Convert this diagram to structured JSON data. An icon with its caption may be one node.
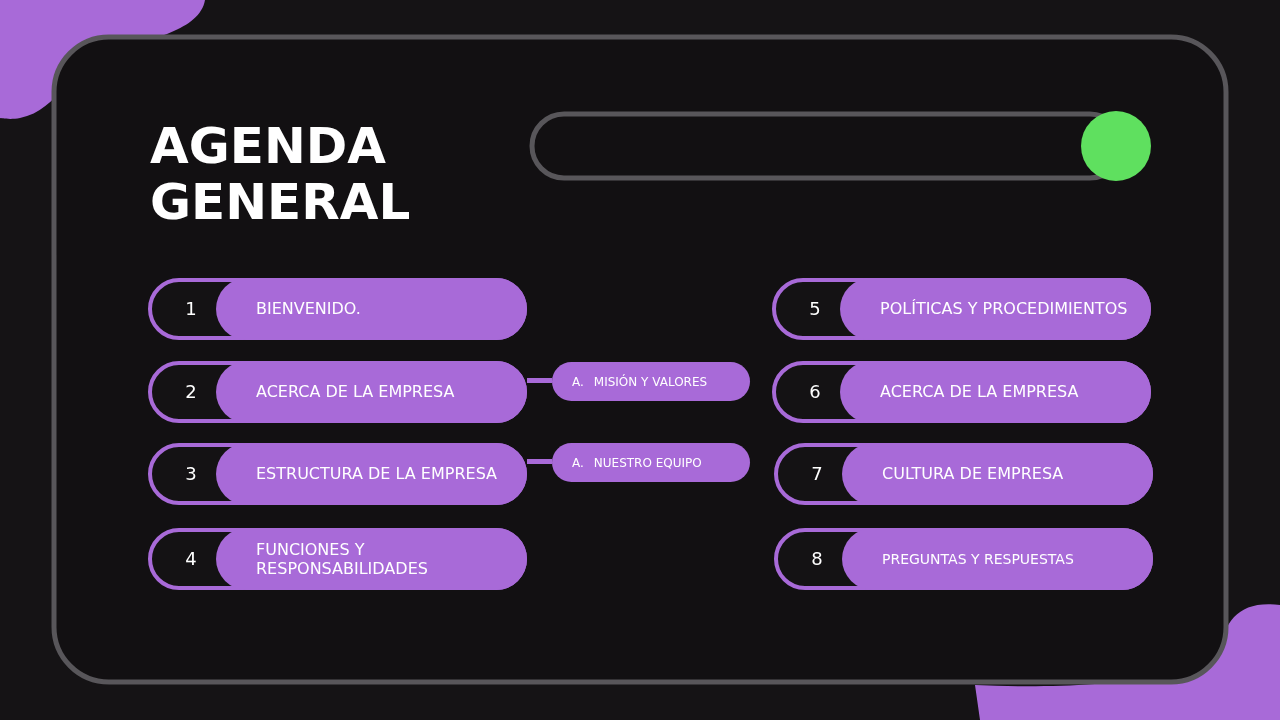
{
  "diagram": {
    "title": "AGENDA GENERAL",
    "nodes": [
      {
        "text": [
          "1",
          "BIENVENIDO."
        ]
      },
      {
        "text": [
          "2",
          "ACERCA DE LA EMPRESA"
        ]
      },
      {
        "text": [
          "3",
          "ESTRUCTURA DE LA EMPRESA"
        ]
      },
      {
        "text": [
          "4",
          "FUNCIONES Y RESPONSABILIDADES"
        ]
      },
      {
        "text": [
          "A.",
          "MISIÓN Y VALORES"
        ]
      },
      {
        "text": [
          "A.",
          "NUESTRO EQUIPO"
        ]
      },
      {
        "text": [
          "5",
          "POLÍTICAS Y PROCEDIMIENTOS"
        ]
      },
      {
        "text": [
          "6",
          "ACERCA DE LA EMPRESA"
        ]
      },
      {
        "text": [
          "7",
          "CULTURA DE EMPRESA"
        ]
      },
      {
        "text": [
          "8",
          "PREGUNTAS Y RESPUESTAS"
        ]
      }
    ],
    "edges": [
      {
        "from": 1,
        "to": 4,
        "arrow": "none"
      },
      {
        "from": 2,
        "to": 5,
        "arrow": "none"
      }
    ]
  }
}
